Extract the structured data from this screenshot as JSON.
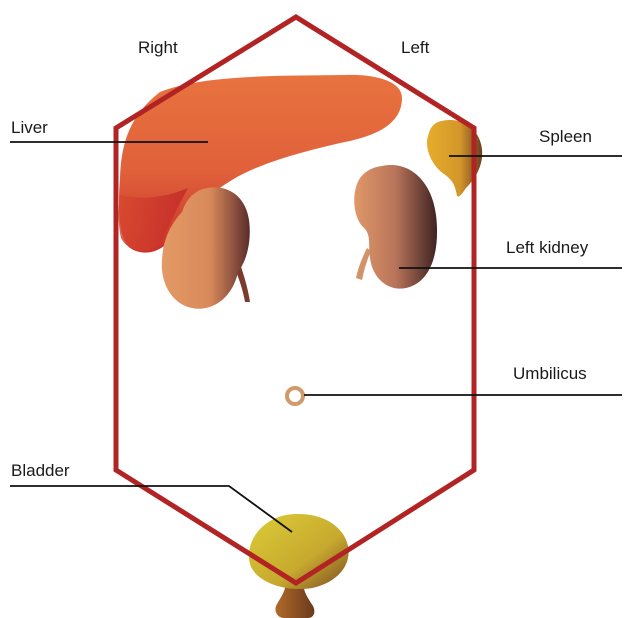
{
  "orientation": {
    "right": "Right",
    "left": "Left"
  },
  "labels": {
    "liver": "Liver",
    "spleen": "Spleen",
    "left_kidney": "Left kidney",
    "umbilicus": "Umbilicus",
    "bladder": "Bladder"
  },
  "colors": {
    "outline": "#b22424",
    "liver": "#e0673a",
    "kidney": "#d98b5b",
    "kidney_shadow": "#4a2626",
    "spleen": "#e0a22c",
    "bladder": "#d4c231",
    "umbilicus": "#d09a6a"
  }
}
